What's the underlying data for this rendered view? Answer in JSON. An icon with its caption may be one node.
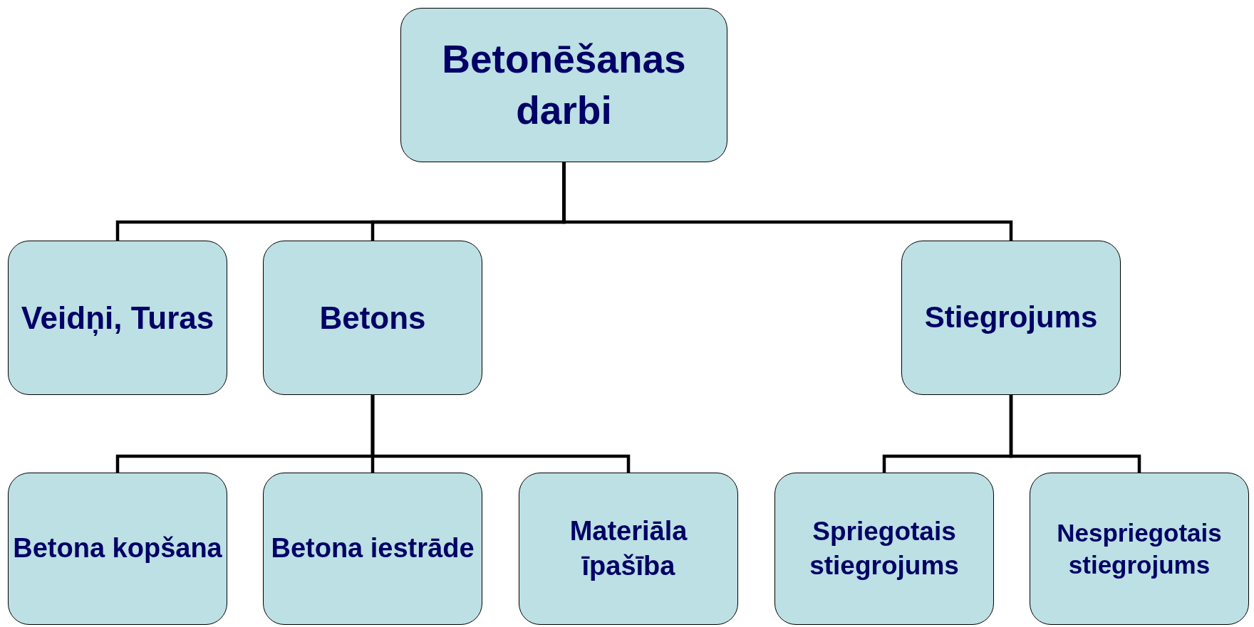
{
  "diagram": {
    "nodes": [
      {
        "text": [
          "Betonēšanas darbi"
        ]
      },
      {
        "text": [
          "Veidņi, Turas"
        ]
      },
      {
        "text": [
          "Betons"
        ]
      },
      {
        "text": [
          "Stiegrojums"
        ]
      },
      {
        "text": [
          "Betona kopšana"
        ]
      },
      {
        "text": [
          "Betona iestrāde"
        ]
      },
      {
        "text": [
          "Materiāla īpašība"
        ]
      },
      {
        "text": [
          "Spriegotais stiegrojums"
        ]
      },
      {
        "text": [
          "Nespriegotais stiegrojums"
        ]
      }
    ],
    "edges": [
      {
        "from": 0,
        "to": 1,
        "arrow": "none"
      },
      {
        "from": 0,
        "to": 2,
        "arrow": "none"
      },
      {
        "from": 0,
        "to": 3,
        "arrow": "none"
      },
      {
        "from": 2,
        "to": 4,
        "arrow": "none"
      },
      {
        "from": 2,
        "to": 5,
        "arrow": "none"
      },
      {
        "from": 2,
        "to": 6,
        "arrow": "none"
      },
      {
        "from": 3,
        "to": 7,
        "arrow": "none"
      },
      {
        "from": 3,
        "to": 8,
        "arrow": "none"
      }
    ]
  }
}
